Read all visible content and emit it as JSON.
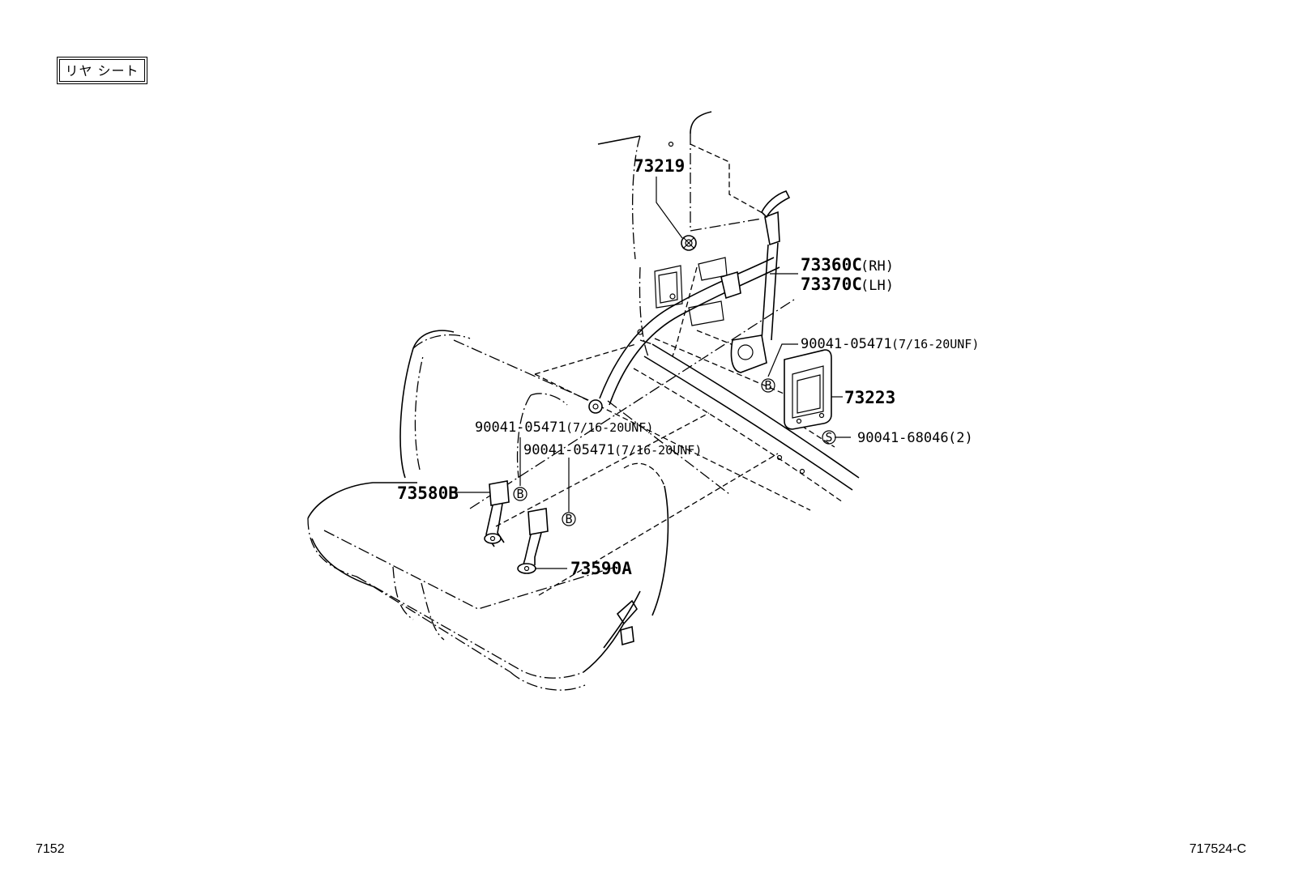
{
  "header": {
    "title": "リヤ シート"
  },
  "parts": {
    "p73219": "73219",
    "p73360c": "73360C",
    "p73360c_side": "(RH)",
    "p73370c": "73370C",
    "p73370c_side": "(LH)",
    "bolt_upper_no": "90041-05471",
    "bolt_upper_spec": "(7/16-20UNF)",
    "p73223": "73223",
    "screw_no": "90041-68046",
    "screw_qty": "(2)",
    "bolt_mid1_no": "90041-05471",
    "bolt_mid1_spec": "(7/16-20UNF)",
    "bolt_mid2_no": "90041-05471",
    "bolt_mid2_spec": "(7/16-20UNF)",
    "p73580b": "73580B",
    "p73590a": "73590A"
  },
  "markers": {
    "bolt": "B",
    "screw": "S"
  },
  "footer": {
    "left_code": "7152",
    "right_code": "717524-C"
  }
}
